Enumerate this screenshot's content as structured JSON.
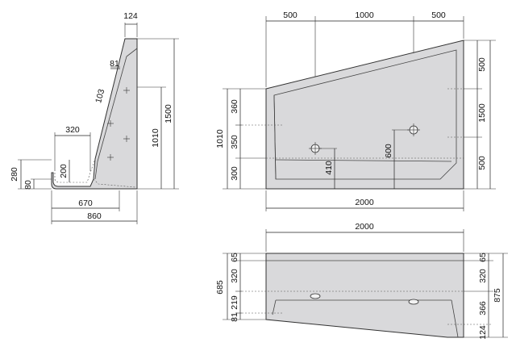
{
  "side_view": {
    "top_width": "124",
    "inner_offset": "81",
    "slope_dim": "103",
    "basin_width": "320",
    "basin_depth": "200",
    "height_total": "1500",
    "height_rear": "1010",
    "lip_height": "280",
    "base_height": "80",
    "base_width": "670",
    "overall_width": "860"
  },
  "front_view": {
    "top_left": "500",
    "top_mid": "1000",
    "top_right": "500",
    "height_left": "1010",
    "left_upper": "360",
    "left_mid": "350",
    "left_lower": "300",
    "right_top": "500",
    "right_mid": "1500",
    "right_bottom": "500",
    "drain_left": "410",
    "drain_right": "600",
    "width": "2000"
  },
  "plan_view": {
    "width": "2000",
    "left_total": "685",
    "left_a": "65",
    "left_b": "320",
    "left_c": "219",
    "left_d": "81",
    "right_a": "65",
    "right_b": "320",
    "right_c": "366",
    "right_d": "124",
    "right_total": "875"
  }
}
